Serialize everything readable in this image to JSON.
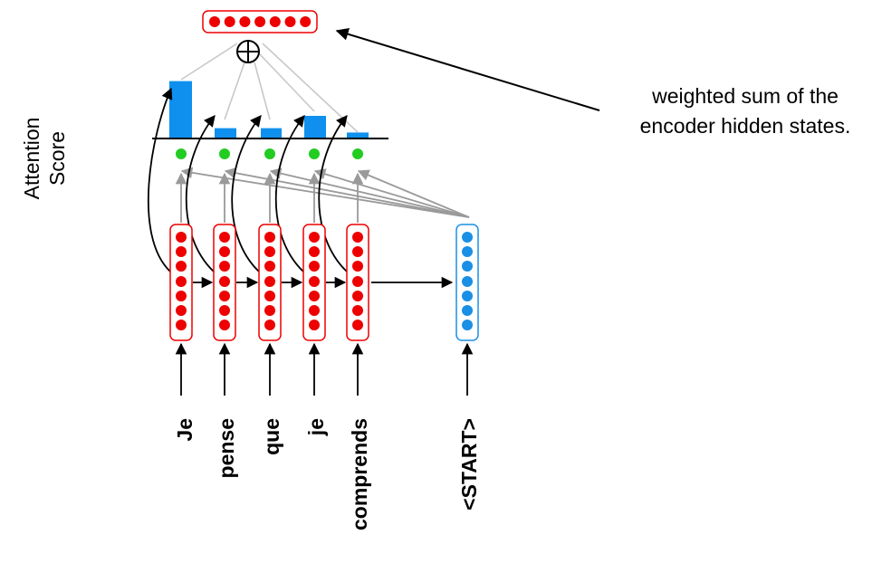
{
  "title": "",
  "y_axis_label": [
    "Attention",
    "Score"
  ],
  "annotation": [
    "weighted sum of the",
    "encoder hidden states."
  ],
  "encoder_words": [
    "Je",
    "pense",
    "que",
    "je",
    "comprends"
  ],
  "decoder_input": "<START>",
  "attention_scores": [
    0.78,
    0.13,
    0.13,
    0.3,
    0.07
  ],
  "operator_symbol": "⊕",
  "colors": {
    "encoder_state": "#ee0000",
    "decoder_state": "#1a8fe6",
    "attention_bar": "#0f90ee",
    "score_dot": "#22cc22",
    "score_arrow": "#9a9a9a",
    "connector": "#c8c8c8"
  }
}
